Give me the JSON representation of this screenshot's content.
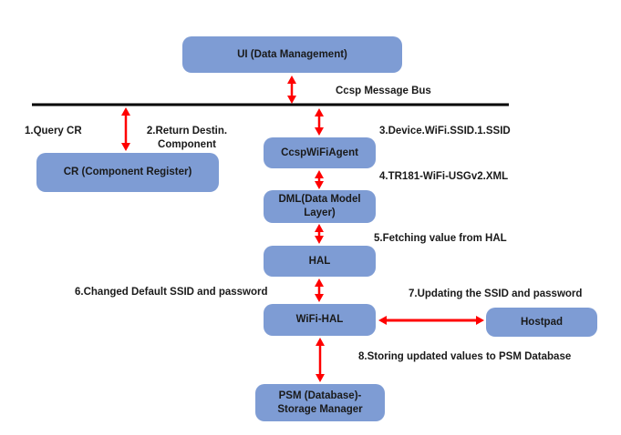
{
  "diagram": {
    "bus_label": "Ccsp Message Bus",
    "nodes": {
      "ui": {
        "label": "UI (Data Management)"
      },
      "cr": {
        "label": "CR (Component Register)"
      },
      "ccsp_wifi_agent": {
        "label": "CcspWiFiAgent"
      },
      "dml": {
        "line1": "DML(Data Model",
        "line2": "Layer)"
      },
      "hal": {
        "label": "HAL"
      },
      "wifi_hal": {
        "label": "WiFi-HAL"
      },
      "hostpad": {
        "label": "Hostpad"
      },
      "psm": {
        "line1": "PSM (Database)-",
        "line2": "Storage Manager"
      }
    },
    "steps": {
      "step1": "1.Query CR",
      "step2_line1": "2.Return Destin.",
      "step2_line2": "Component",
      "step3": "3.Device.WiFi.SSID.1.SSID",
      "step4": "4.TR181-WiFi-USGv2.XML",
      "step5": "5.Fetching value from HAL",
      "step6": "6.Changed Default SSID and password",
      "step7": "7.Updating the SSID and password",
      "step8": "8.Storing updated values to PSM Database"
    },
    "colors": {
      "node_fill": "#7E9CD4",
      "arrow": "#FF0000",
      "bus_line": "#000000",
      "background": "#FFFFFF"
    }
  }
}
